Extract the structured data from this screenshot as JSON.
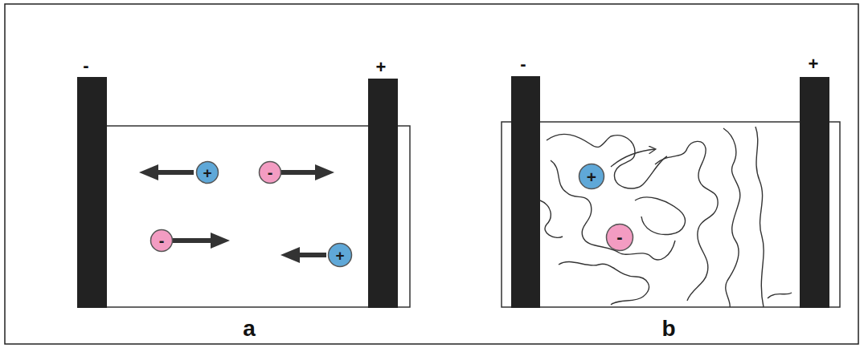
{
  "diagram": {
    "nodes": [
      {
        "text": [
          "+"
        ]
      },
      {
        "text": [
          "-"
        ]
      },
      {
        "text": [
          "-"
        ]
      },
      {
        "text": [
          "+"
        ]
      },
      {
        "text": [
          "+"
        ]
      },
      {
        "text": [
          "-"
        ]
      }
    ],
    "labels": [
      "-",
      "+",
      "a",
      "-",
      "+",
      "b"
    ]
  }
}
